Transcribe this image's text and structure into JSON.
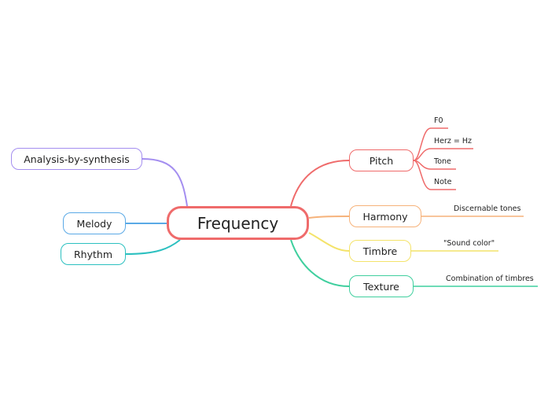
{
  "central": {
    "label": "Frequency",
    "color": "#ef6b6b"
  },
  "left_branches": [
    {
      "id": "analysis",
      "label": "Analysis-by-synthesis",
      "color": "#a48ef0"
    },
    {
      "id": "melody",
      "label": "Melody",
      "color": "#5aa9e6"
    },
    {
      "id": "rhythm",
      "label": "Rhythm",
      "color": "#2cc0c0"
    }
  ],
  "right_branches": [
    {
      "id": "pitch",
      "label": "Pitch",
      "color": "#ef6b6b",
      "children": [
        "F0",
        "Herz = Hz",
        "Tone",
        "Note"
      ]
    },
    {
      "id": "harmony",
      "label": "Harmony",
      "color": "#f6b27a",
      "children": [
        "Discernable tones"
      ]
    },
    {
      "id": "timbre",
      "label": "Timbre",
      "color": "#f4e36a",
      "children": [
        "\"Sound color\""
      ]
    },
    {
      "id": "texture",
      "label": "Texture",
      "color": "#3fcf9e",
      "children": [
        "Combination of timbres"
      ]
    }
  ]
}
